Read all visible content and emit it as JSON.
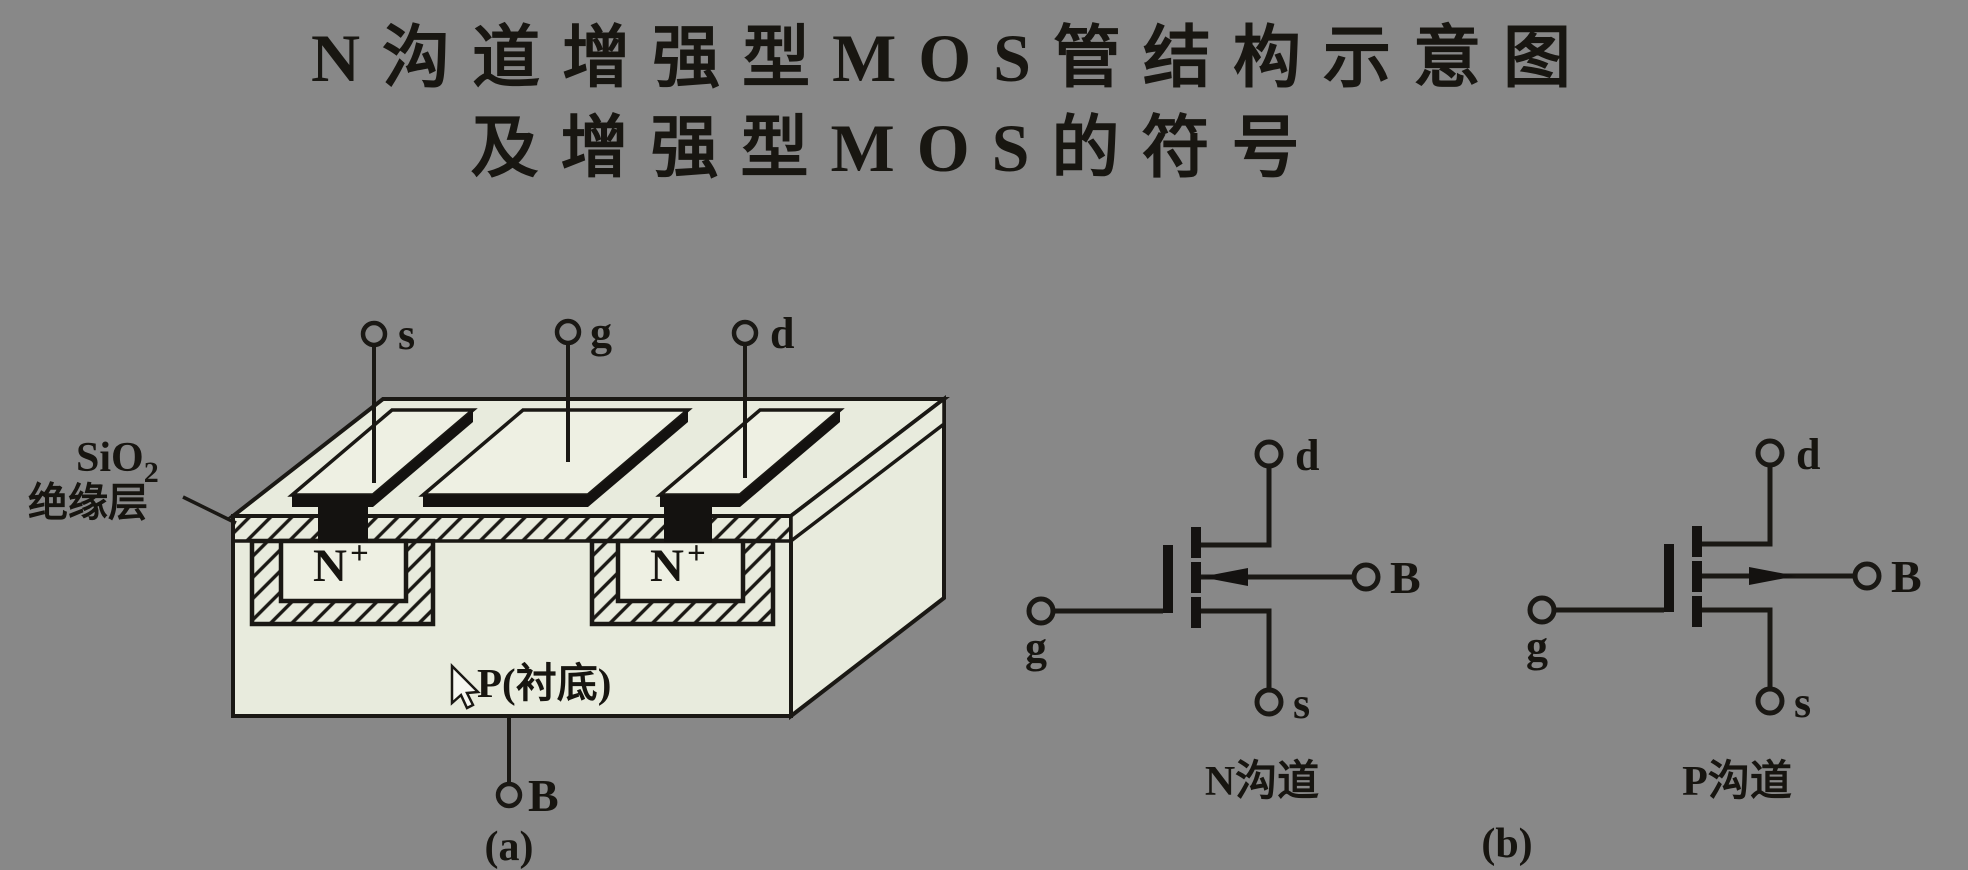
{
  "title": {
    "line1": "N沟道增强型MOS管结构示意图",
    "line2": "及增强型MOS的符号"
  },
  "structure": {
    "source_label": "s",
    "gate_label": "g",
    "drain_label": "d",
    "body_label": "B",
    "sio2_formula": "SiO",
    "sio2_subscript": "2",
    "insulating_layer_label": "绝缘层",
    "n_plus_base": "N",
    "n_plus_sup": "+",
    "substrate_label": "P(衬底)",
    "caption": "(a)"
  },
  "symbols": {
    "caption": "(b)",
    "n_channel": {
      "name": "N沟道",
      "drain": "d",
      "gate": "g",
      "source": "s",
      "body": "B"
    },
    "p_channel": {
      "name": "P沟道",
      "drain": "d",
      "gate": "g",
      "source": "s",
      "body": "B"
    }
  },
  "colors": {
    "ink": "#1a1814",
    "bg_top": "#99a093",
    "bg_main": "#dbe0d1",
    "fig_fill": "#e8ebdd",
    "fig_light": "#eef0e3"
  }
}
